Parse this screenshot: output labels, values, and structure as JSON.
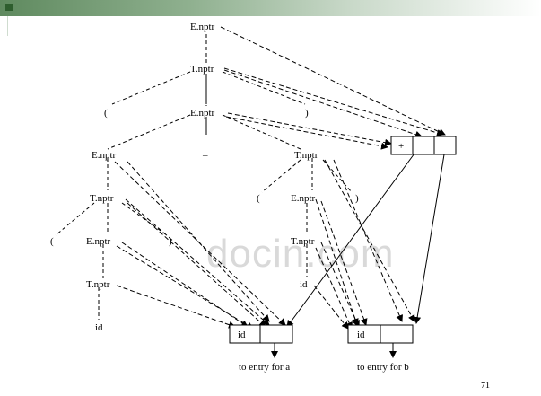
{
  "nodes": {
    "e_top": "E.nptr",
    "t_top": "T.nptr",
    "lparen_top": "(",
    "e_mid": "E.nptr",
    "rparen_top": ")",
    "e_left": "E.nptr",
    "minus": "–",
    "t_right": "T.nptr",
    "t_left": "T.nptr",
    "lparen_right": "(",
    "e_right": "E.nptr",
    "rparen_right": ")",
    "lparen_left": "(",
    "e_left2": "E.nptr",
    "rparen_left": ")",
    "t_right2": "T.nptr",
    "t_left2": "T.nptr",
    "id_right": "id",
    "id_left": "id"
  },
  "plus_node": {
    "op": "+"
  },
  "leaf_a": {
    "label": "id",
    "caption": "to entry for a"
  },
  "leaf_b": {
    "label": "id",
    "caption": "to entry for b"
  },
  "watermark": "docin.com",
  "page_number": "71"
}
